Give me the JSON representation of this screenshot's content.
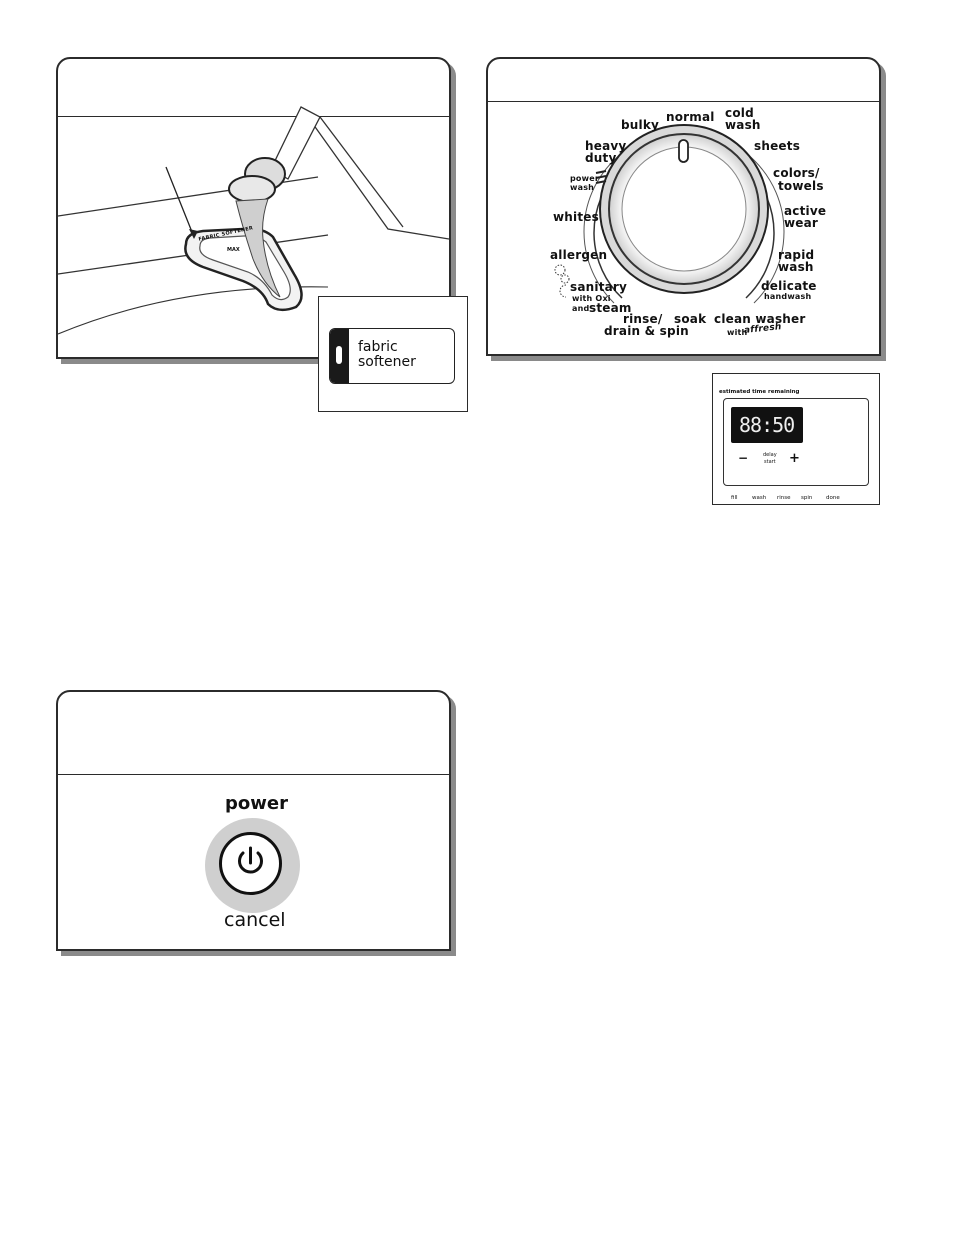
{
  "fabric_softener_panel": {
    "dispenser_label": "FABRIC SOFTENER",
    "max_label": "MAX",
    "indicator_label": {
      "line1": "fabric",
      "line2": "softener"
    }
  },
  "cycle_dial_panel": {
    "cycles": {
      "normal": "normal",
      "bulky": "bulky",
      "cold_wash_1": "cold",
      "cold_wash_2": "wash",
      "heavy_duty_1": "heavy",
      "heavy_duty_2": "duty",
      "sheets": "sheets",
      "power_wash_1": "power",
      "power_wash_2": "wash",
      "colors_towels_1": "colors/",
      "colors_towels_2": "towels",
      "whites": "whites",
      "active_wear_1": "active",
      "active_wear_2": "wear",
      "allergen": "allergen",
      "rapid_wash_1": "rapid",
      "rapid_wash_2": "wash",
      "sanitary": "sanitary",
      "sanitary_with_oxi": "with Oxi",
      "sanitary_and": "and",
      "sanitary_steam": "steam",
      "delicate": "delicate",
      "handwash": "handwash",
      "rinse_1": "rinse/",
      "rinse_2": "drain & spin",
      "soak": "soak",
      "clean_washer": "clean washer",
      "with": "with",
      "affresh": "affresh"
    }
  },
  "display_panel": {
    "title": "estimated time remaining",
    "time_readout": "88:50",
    "minus": "−",
    "delay_start_1": "delay",
    "delay_start_2": "start",
    "plus": "+",
    "stages": [
      "fill",
      "wash",
      "rinse",
      "spin",
      "done"
    ]
  },
  "power_panel": {
    "power_label": "power",
    "cancel_label": "cancel"
  }
}
